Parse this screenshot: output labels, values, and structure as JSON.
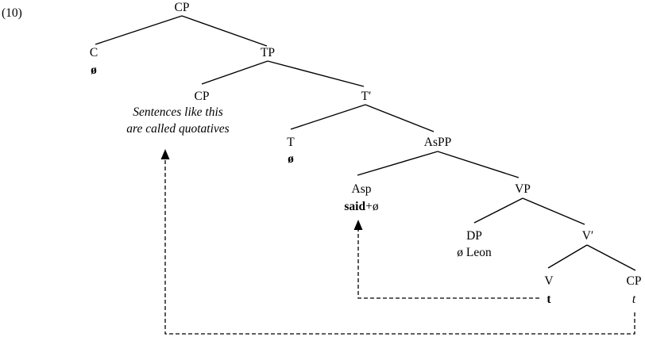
{
  "example_number": "(10)",
  "nodes": {
    "cp_root": "CP",
    "c": "C",
    "c_content": "ø",
    "tp": "TP",
    "cp_subject": "CP",
    "cp_subject_line1": "Sentences like this",
    "cp_subject_line2": "are called quotatives",
    "t_bar": "T′",
    "t": "T",
    "t_content": "ø",
    "aspp": "AsPP",
    "asp": "Asp",
    "asp_said": "said",
    "asp_plus_null": "+ø",
    "vp": "VP",
    "dp": "DP",
    "dp_content": "ø Leon",
    "v_bar": "V′",
    "v": "V",
    "v_trace": "t",
    "cp_complement": "CP",
    "cp_trace": "t"
  }
}
